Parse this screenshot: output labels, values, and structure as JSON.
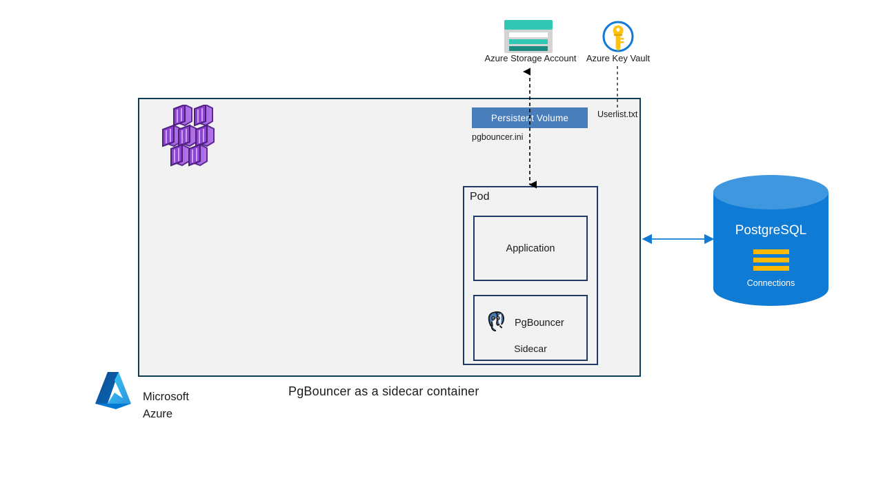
{
  "diagram": {
    "caption": "PgBouncer as a sidecar container",
    "brand": {
      "logo_icon": "azure-logo-icon",
      "line1": "Microsoft",
      "line2": "Azure"
    },
    "colors": {
      "aks_box_fill": "#f2f2f2",
      "aks_box_border": "#0d3d56",
      "pod_border": "#1f3864",
      "persistent_volume_fill": "#4a7ebb",
      "persistent_volume_text": "#ffffff",
      "postgres_cylinder": "#0f7bd4",
      "postgres_cylinder_top": "#3f97e0",
      "postgres_bars": "#ffb900",
      "connector_blue": "#0f7bd4",
      "connector_dashed": "#000000",
      "aks_icon_purple": "#a35ce0",
      "storage_icon_teal": "#32c7b5",
      "keyvault_icon_gold": "#ffc20e",
      "keyvault_icon_blue": "#0f7bd4"
    }
  },
  "external_services": [
    {
      "id": "storage-account",
      "label": "Azure Storage Account",
      "icon": "azure-storage-account-icon"
    },
    {
      "id": "key-vault",
      "label": "Azure Key Vault",
      "icon": "azure-key-vault-icon"
    }
  ],
  "cluster": {
    "icon": "azure-kubernetes-service-icon",
    "persistent_volume": {
      "label": "Persistent Volume"
    },
    "files": [
      {
        "id": "pgbouncer-ini",
        "label": "pgbouncer.ini"
      },
      {
        "id": "userlist-txt",
        "label": "Userlist.txt"
      }
    ],
    "pod": {
      "label": "Pod",
      "containers": [
        {
          "id": "application",
          "label": "Application"
        },
        {
          "id": "pgbouncer",
          "label": "PgBouncer",
          "sublabel": "Sidecar",
          "icon": "postgresql-elephant-icon"
        }
      ]
    }
  },
  "database": {
    "label": "PostgreSQL",
    "connections_label": "Connections",
    "bars": 3
  },
  "connectors": [
    {
      "id": "storage-to-pod",
      "style": "dashed",
      "direction": "bidirectional",
      "color": "#000000"
    },
    {
      "id": "keyvault-to-userlist",
      "style": "dashed",
      "direction": "none",
      "color": "#000000"
    },
    {
      "id": "cluster-to-postgres",
      "style": "solid",
      "direction": "bidirectional",
      "color": "#0f7bd4"
    }
  ]
}
